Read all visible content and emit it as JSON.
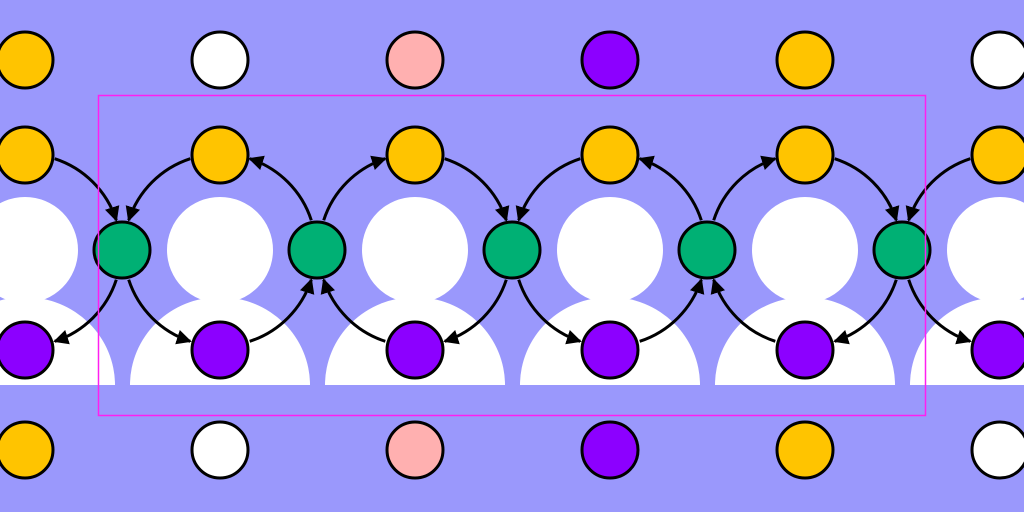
{
  "colors": {
    "background": "#9a98fc",
    "yellow": "#ffc400",
    "green": "#00b074",
    "purple": "#8c00ff",
    "white": "#ffffff",
    "pink": "#ffb0b0",
    "frame": "#ff1ff0",
    "stroke": "#000000"
  },
  "top_row_colors": [
    "yellow",
    "white",
    "pink",
    "purple",
    "yellow",
    "white"
  ],
  "bottom_row_colors": [
    "yellow",
    "white",
    "pink",
    "purple",
    "yellow",
    "white"
  ],
  "groups": [
    {
      "direction": "clockwise"
    },
    {
      "direction": "counterclockwise"
    },
    {
      "direction": "clockwise"
    },
    {
      "direction": "counterclockwise"
    },
    {
      "direction": "clockwise"
    },
    {
      "direction": "counterclockwise"
    }
  ]
}
